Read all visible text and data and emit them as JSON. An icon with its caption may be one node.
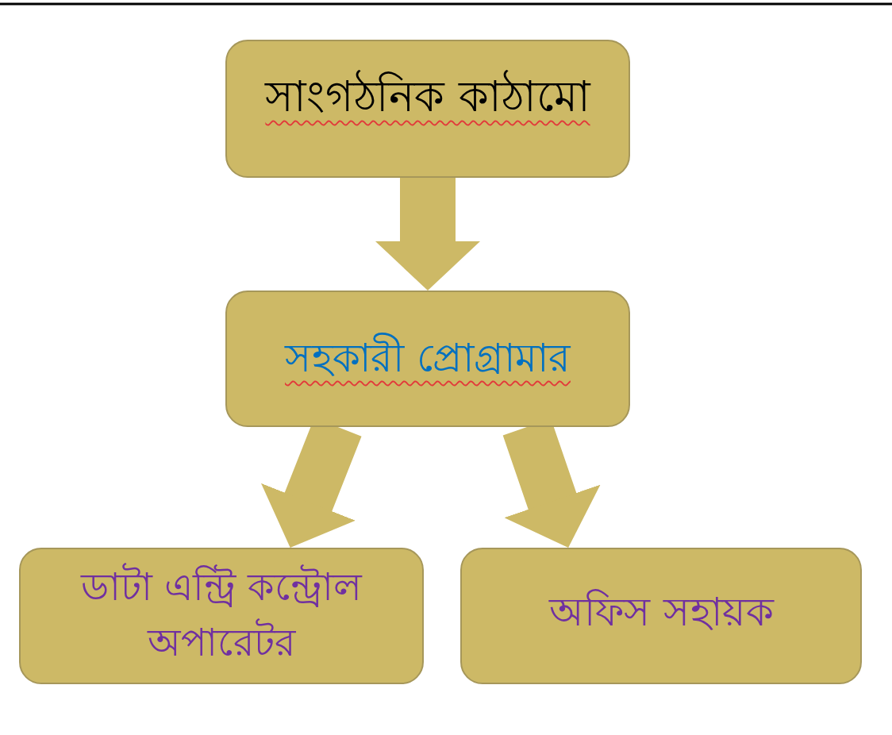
{
  "diagram": {
    "nodes": [
      {
        "text": [
          "সাংগঠনিক কাঠামো"
        ]
      },
      {
        "text": [
          "সহকারী প্রোগ্রামার"
        ]
      },
      {
        "text": [
          "ডাটা এন্ট্রি কন্ট্রোল অপারেটর"
        ]
      },
      {
        "text": [
          "অফিস সহায়ক"
        ]
      }
    ],
    "edges": [
      {
        "from": 0,
        "to": 1,
        "arrow": "to"
      },
      {
        "from": 1,
        "to": 2,
        "arrow": "to"
      },
      {
        "from": 1,
        "to": 3,
        "arrow": "to"
      }
    ]
  }
}
